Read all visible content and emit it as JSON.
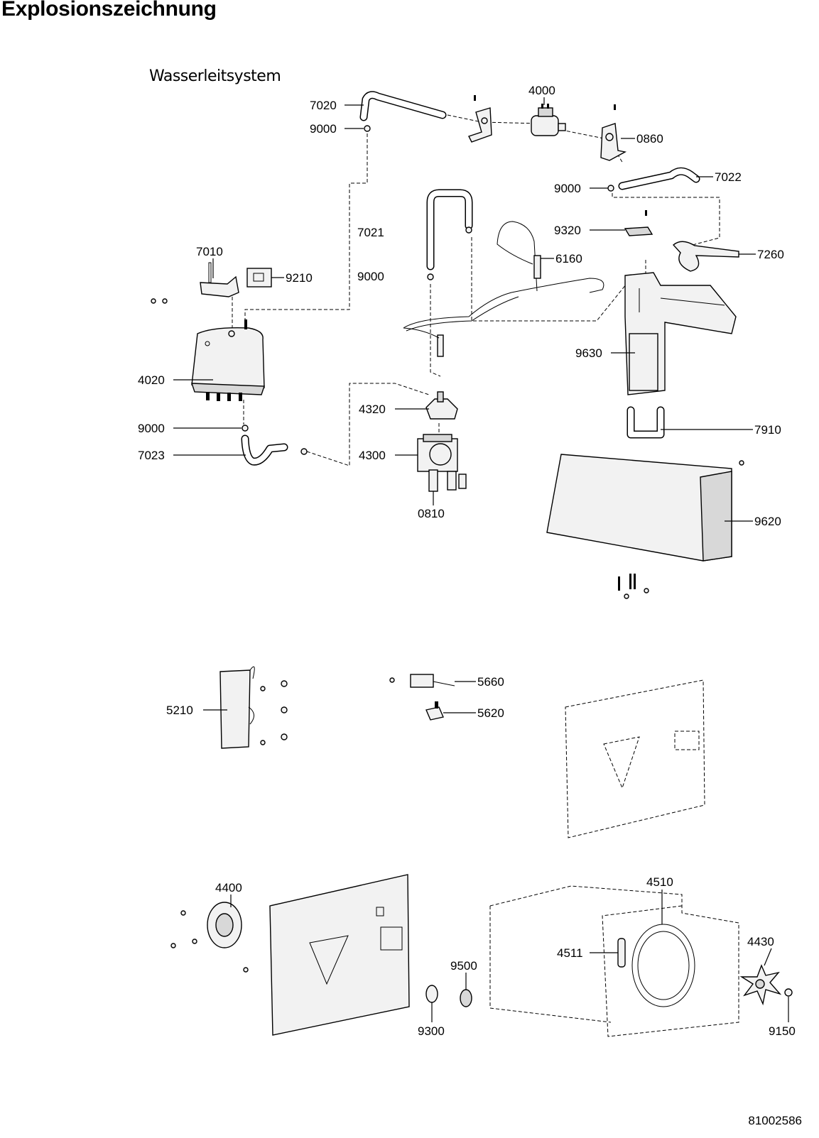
{
  "title": "Explosionszeichnung",
  "section": "Wasserleitsystem",
  "document_number": "81002586",
  "parts": {
    "p7020": "7020",
    "p9000a": "9000",
    "p4000": "4000",
    "p0860": "0860",
    "p7022": "7022",
    "p9000b": "9000",
    "p7021": "7021",
    "p9000c": "9000",
    "p7010": "7010",
    "p9210": "9210",
    "p9320": "9320",
    "p7260": "7260",
    "p6160": "6160",
    "p4020": "4020",
    "p9630": "9630",
    "p4320": "4320",
    "p9000d": "9000",
    "p7023": "7023",
    "p4300": "4300",
    "p7910": "7910",
    "p0810": "0810",
    "p9620": "9620",
    "p5660": "5660",
    "p5210": "5210",
    "p5620": "5620",
    "p4400": "4400",
    "p4510": "4510",
    "p4511": "4511",
    "p9500": "9500",
    "p4430": "4430",
    "p9300": "9300",
    "p9150": "9150"
  }
}
